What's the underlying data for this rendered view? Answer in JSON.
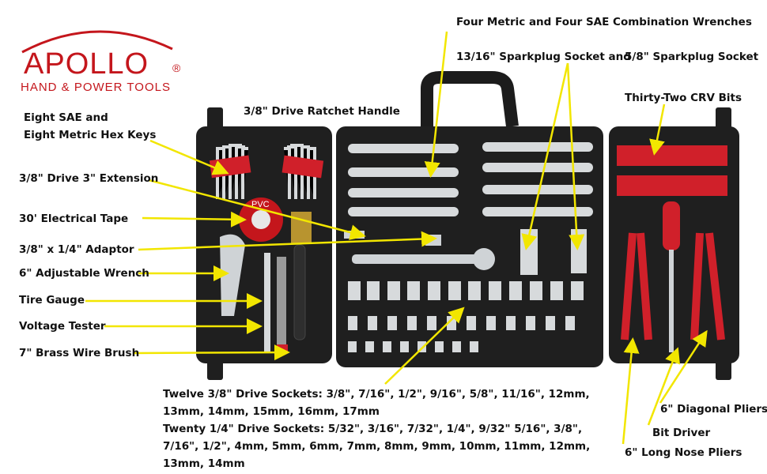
{
  "brand": {
    "name": "APOLLO",
    "registered": "®",
    "tagline": "HAND & POWER TOOLS",
    "color": "#c4161c"
  },
  "tape_text": "PVC",
  "labels": {
    "hex_keys_1": "Eight SAE and",
    "hex_keys_2": "Eight Metric Hex Keys",
    "ratchet": "3/8\" Drive Ratchet Handle",
    "extension": "3/8\" Drive 3\" Extension",
    "tape": "30' Electrical Tape",
    "adaptor": "3/8\" x 1/4\" Adaptor",
    "adjustable": "6\" Adjustable Wrench",
    "tire_gauge": "Tire Gauge",
    "voltage": "Voltage Tester",
    "brush": "7\" Brass Wire Brush",
    "wrenches": "Four Metric and Four SAE Combination Wrenches",
    "sparkplug_1316": "13/16\" Sparkplug Socket and",
    "sparkplug_58": "5/8\" Sparkplug Socket",
    "bits": "Thirty-Two CRV Bits",
    "diagonal": "6\" Diagonal Pliers",
    "bit_driver": "Bit Driver",
    "long_nose": "6\" Long Nose Pliers",
    "sockets_38_1": "Twelve 3/8\" Drive Sockets: 3/8\", 7/16\", 1/2\", 9/16\", 5/8\", 11/16\", 12mm,",
    "sockets_38_2": "13mm, 14mm, 15mm, 16mm, 17mm",
    "sockets_14_1": "Twenty 1/4\" Drive Sockets: 5/32\", 3/16\", 7/32\", 1/4\", 9/32\" 5/16\", 3/8\",",
    "sockets_14_2": "7/16\", 1/2\", 4mm, 5mm, 6mm, 7mm, 8mm, 9mm, 10mm, 11mm, 12mm,",
    "sockets_14_3": "13mm, 14mm"
  },
  "colors": {
    "case": "#1c1c1c",
    "arrow": "#f2e600",
    "accent_red": "#d0202a",
    "chrome": "#cfd3d6"
  }
}
